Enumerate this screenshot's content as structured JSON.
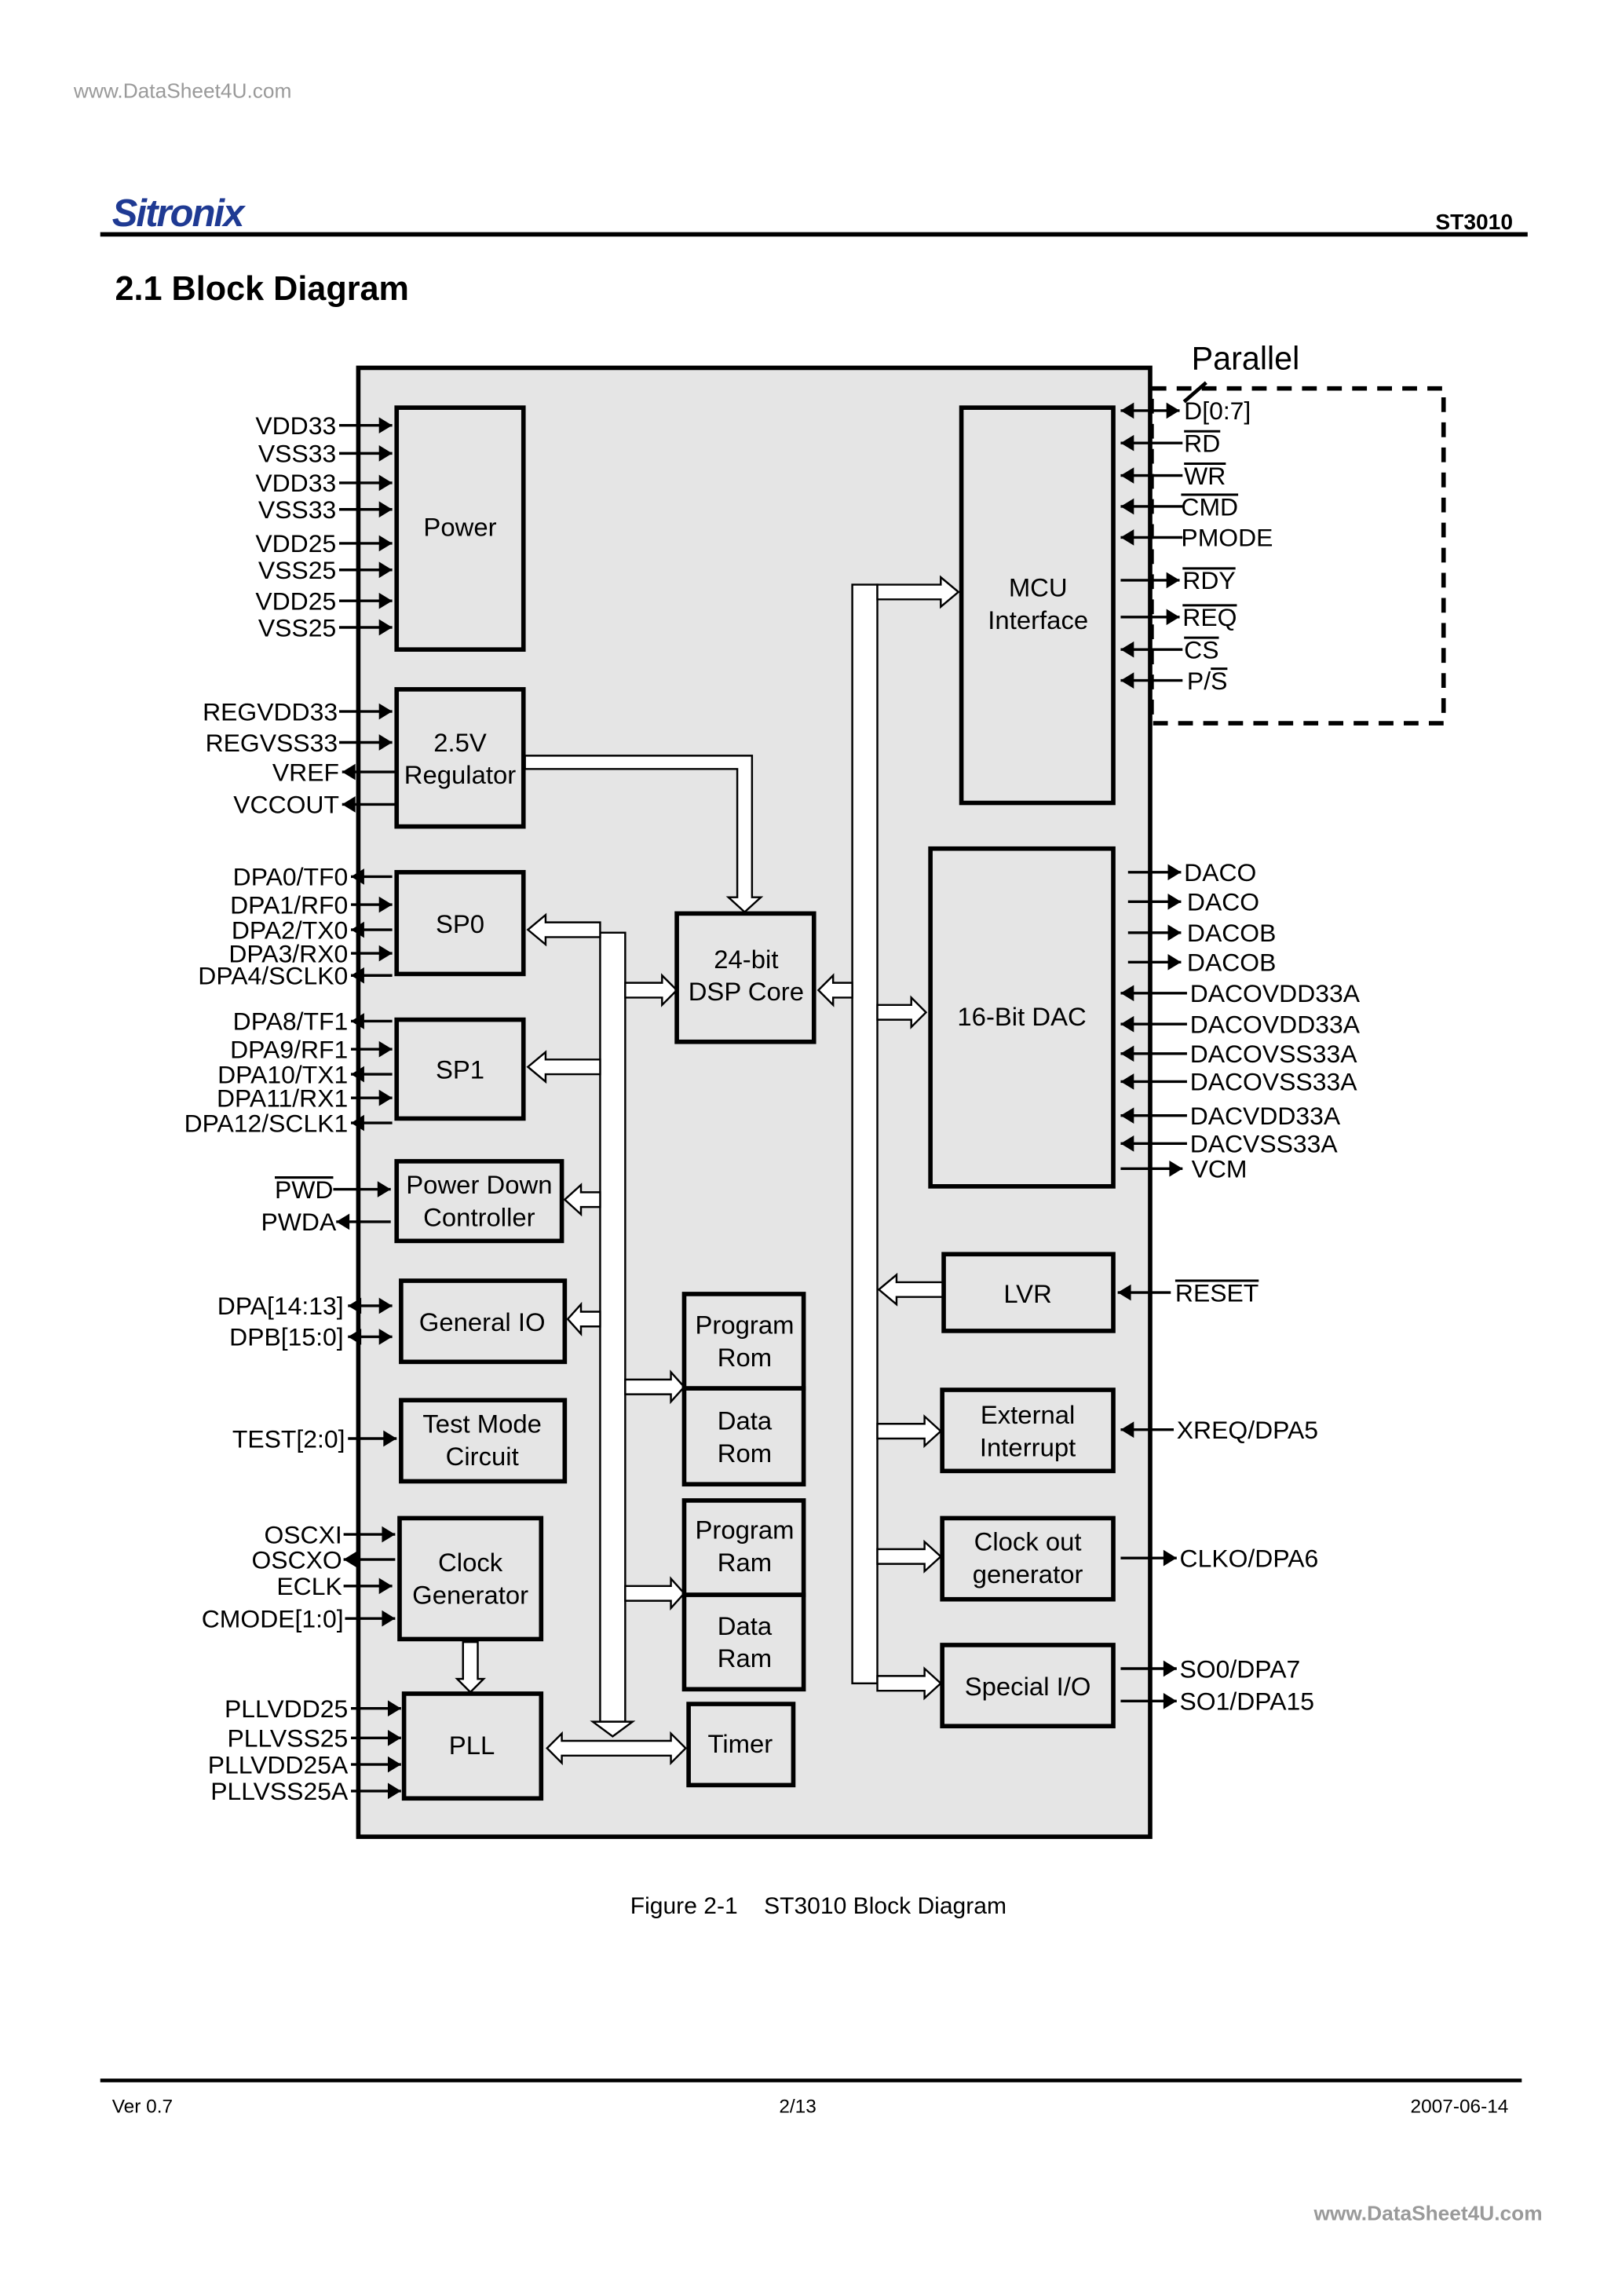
{
  "watermark_top": "www.DataSheet4U.com",
  "watermark_bottom": "www.DataSheet4U.com",
  "header": {
    "logo": "Sitronix",
    "part_number": "ST3010"
  },
  "section_title": "2.1 Block Diagram",
  "diagram": {
    "interface_group_label": "Parallel",
    "blocks": {
      "power": [
        "Power"
      ],
      "regulator": [
        "2.5V",
        "Regulator"
      ],
      "sp0": [
        "SP0"
      ],
      "sp1": [
        "SP1"
      ],
      "power_down": [
        "Power Down",
        "Controller"
      ],
      "general_io": [
        "General IO"
      ],
      "test_mode": [
        "Test Mode",
        "Circuit"
      ],
      "clock_gen": [
        "Clock",
        "Generator"
      ],
      "pll": [
        "PLL"
      ],
      "dsp_core": [
        "24-bit",
        "DSP Core"
      ],
      "program_rom": [
        "Program",
        "Rom"
      ],
      "data_rom": [
        "Data",
        "Rom"
      ],
      "program_ram": [
        "Program",
        "Ram"
      ],
      "data_ram": [
        "Data",
        "Ram"
      ],
      "timer": [
        "Timer"
      ],
      "mcu_interface": [
        "MCU",
        "Interface"
      ],
      "dac": [
        "16-Bit DAC"
      ],
      "lvr": [
        "LVR"
      ],
      "ext_interrupt": [
        "External",
        "Interrupt"
      ],
      "clock_out": [
        "Clock out",
        "generator"
      ],
      "special_io": [
        "Special I/O"
      ]
    },
    "left_pins": [
      {
        "label": "VDD33",
        "dir": "in",
        "overbar": false
      },
      {
        "label": "VSS33",
        "dir": "in",
        "overbar": false
      },
      {
        "label": "VDD33",
        "dir": "in",
        "overbar": false
      },
      {
        "label": "VSS33",
        "dir": "in",
        "overbar": false
      },
      {
        "label": "VDD25",
        "dir": "in",
        "overbar": false
      },
      {
        "label": "VSS25",
        "dir": "in",
        "overbar": false
      },
      {
        "label": "VDD25",
        "dir": "in",
        "overbar": false
      },
      {
        "label": "VSS25",
        "dir": "in",
        "overbar": false
      },
      {
        "label": "REGVDD33",
        "dir": "in",
        "overbar": false
      },
      {
        "label": "REGVSS33",
        "dir": "in",
        "overbar": false
      },
      {
        "label": "VREF",
        "dir": "out",
        "overbar": false
      },
      {
        "label": "VCCOUT",
        "dir": "out",
        "overbar": false
      },
      {
        "label": "DPA0/TF0",
        "dir": "out",
        "overbar": false
      },
      {
        "label": "DPA1/RF0",
        "dir": "in",
        "overbar": false
      },
      {
        "label": "DPA2/TX0",
        "dir": "out",
        "overbar": false
      },
      {
        "label": "DPA3/RX0",
        "dir": "in",
        "overbar": false
      },
      {
        "label": "DPA4/SCLK0",
        "dir": "out",
        "overbar": false
      },
      {
        "label": "DPA8/TF1",
        "dir": "out",
        "overbar": false
      },
      {
        "label": "DPA9/RF1",
        "dir": "in",
        "overbar": false
      },
      {
        "label": "DPA10/TX1",
        "dir": "out",
        "overbar": false
      },
      {
        "label": "DPA11/RX1",
        "dir": "in",
        "overbar": false
      },
      {
        "label": "DPA12/SCLK1",
        "dir": "out",
        "overbar": false
      },
      {
        "label": "PWD",
        "dir": "in",
        "overbar": true
      },
      {
        "label": "PWDA",
        "dir": "out",
        "overbar": false
      },
      {
        "label": "DPA[14:13]",
        "dir": "bi",
        "overbar": false
      },
      {
        "label": "DPB[15:0]",
        "dir": "bi",
        "overbar": false
      },
      {
        "label": "TEST[2:0]",
        "dir": "in",
        "overbar": false
      },
      {
        "label": "OSCXI",
        "dir": "in",
        "overbar": false
      },
      {
        "label": "OSCXO",
        "dir": "out",
        "overbar": false
      },
      {
        "label": "ECLK",
        "dir": "in",
        "overbar": false
      },
      {
        "label": "CMODE[1:0]",
        "dir": "in",
        "overbar": false
      },
      {
        "label": "PLLVDD25",
        "dir": "in",
        "overbar": false
      },
      {
        "label": "PLLVSS25",
        "dir": "in",
        "overbar": false
      },
      {
        "label": "PLLVDD25A",
        "dir": "in",
        "overbar": false
      },
      {
        "label": "PLLVSS25A",
        "dir": "in",
        "overbar": false
      }
    ],
    "right_pins": [
      {
        "label": "D[0:7]",
        "dir": "bi",
        "overbar": false
      },
      {
        "label": "RD",
        "dir": "in",
        "overbar": true
      },
      {
        "label": "WR",
        "dir": "in",
        "overbar": true
      },
      {
        "label": "CMD",
        "dir": "in",
        "overbar": true
      },
      {
        "label": "PMODE",
        "dir": "in",
        "overbar": false
      },
      {
        "label": "RDY",
        "dir": "out",
        "overbar": true
      },
      {
        "label": "REQ",
        "dir": "out",
        "overbar": true
      },
      {
        "label": "CS",
        "dir": "in",
        "overbar": true
      },
      {
        "label": "P/S",
        "dir": "in",
        "overbar": "S"
      },
      {
        "label": "DACO",
        "dir": "out",
        "overbar": false
      },
      {
        "label": "DACO",
        "dir": "out",
        "overbar": false
      },
      {
        "label": "DACOB",
        "dir": "out",
        "overbar": false
      },
      {
        "label": "DACOB",
        "dir": "out",
        "overbar": false
      },
      {
        "label": "DACOVDD33A",
        "dir": "in",
        "overbar": false
      },
      {
        "label": "DACOVDD33A",
        "dir": "in",
        "overbar": false
      },
      {
        "label": "DACOVSS33A",
        "dir": "in",
        "overbar": false
      },
      {
        "label": "DACOVSS33A",
        "dir": "in",
        "overbar": false
      },
      {
        "label": "DACVDD33A",
        "dir": "in",
        "overbar": false
      },
      {
        "label": "DACVSS33A",
        "dir": "in",
        "overbar": false
      },
      {
        "label": "VCM",
        "dir": "out",
        "overbar": false
      },
      {
        "label": "RESET",
        "dir": "in",
        "overbar": true
      },
      {
        "label": "XREQ/DPA5",
        "dir": "in",
        "overbar": false
      },
      {
        "label": "CLKO/DPA6",
        "dir": "out",
        "overbar": false
      },
      {
        "label": "SO0/DPA7",
        "dir": "out",
        "overbar": false
      },
      {
        "label": "SO1/DPA15",
        "dir": "out",
        "overbar": false
      }
    ]
  },
  "caption": "Figure 2-1    ST3010 Block Diagram",
  "footer": {
    "version": "Ver 0.7",
    "page": "2/13",
    "date": "2007-06-14"
  }
}
